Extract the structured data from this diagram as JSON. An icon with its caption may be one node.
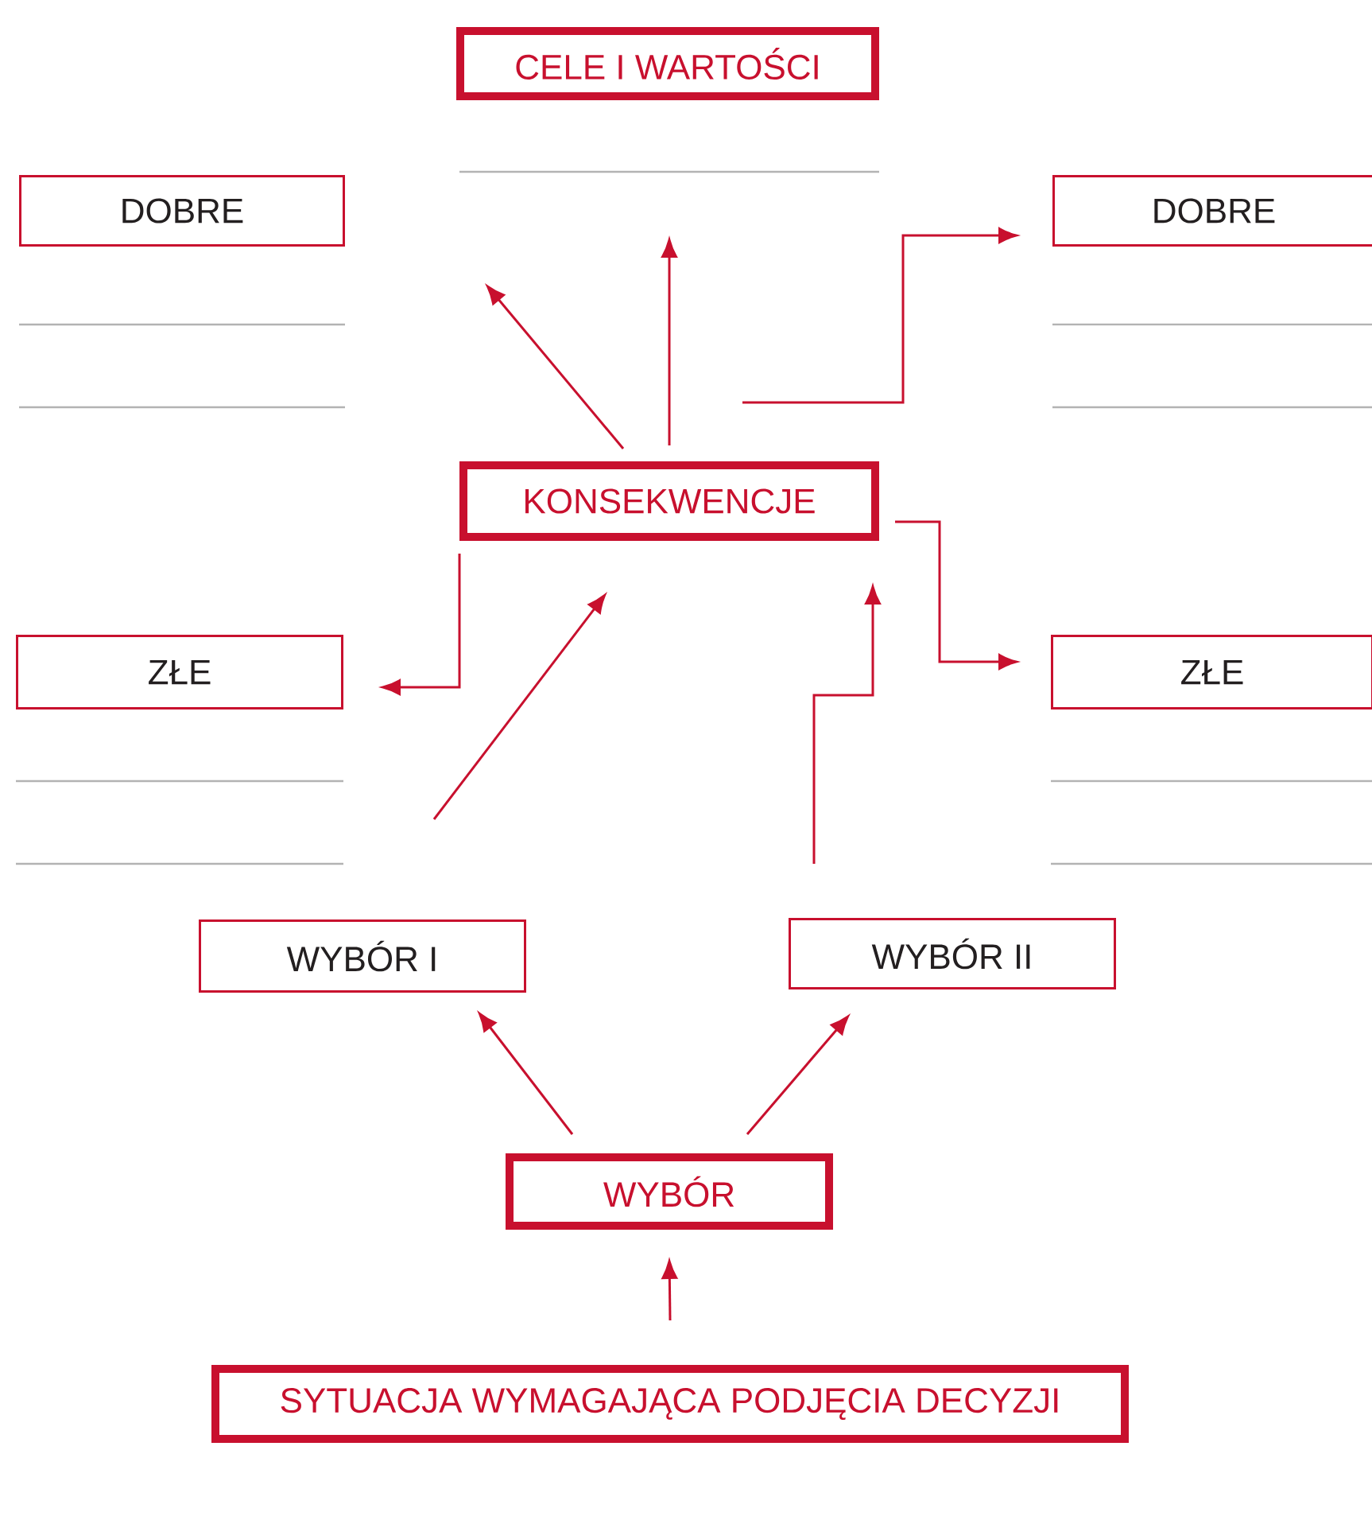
{
  "diagram": {
    "nodes": [
      {
        "text": [
          "CELE I WARTOŚCI"
        ]
      },
      {
        "text": [
          "DOBRE"
        ]
      },
      {
        "text": [
          "DOBRE"
        ]
      },
      {
        "text": [
          "KONSEKWENCJE"
        ]
      },
      {
        "text": [
          "ZŁE"
        ]
      },
      {
        "text": [
          "ZŁE"
        ]
      },
      {
        "text": [
          "WYBÓR I"
        ]
      },
      {
        "text": [
          "WYBÓR II"
        ]
      },
      {
        "text": [
          "WYBÓR"
        ]
      },
      {
        "text": [
          "SYTUACJA WYMAGAJĄCA PODJĘCIA DECYZJI"
        ]
      }
    ],
    "edges": [
      {
        "from": 9,
        "to": 8,
        "arrow": "to"
      },
      {
        "from": 8,
        "to": 6,
        "arrow": "to"
      },
      {
        "from": 8,
        "to": 7,
        "arrow": "to"
      },
      {
        "from": null,
        "to": 3,
        "arrow": "to"
      },
      {
        "from": 7,
        "to": 3,
        "arrow": "to"
      },
      {
        "from": 3,
        "to": 4,
        "arrow": "to"
      },
      {
        "from": 3,
        "to": 5,
        "arrow": "to"
      },
      {
        "from": 3,
        "to": null,
        "arrow": "to"
      },
      {
        "from": 3,
        "to": null,
        "arrow": "to"
      },
      {
        "from": 3,
        "to": 2,
        "arrow": "to"
      }
    ]
  }
}
